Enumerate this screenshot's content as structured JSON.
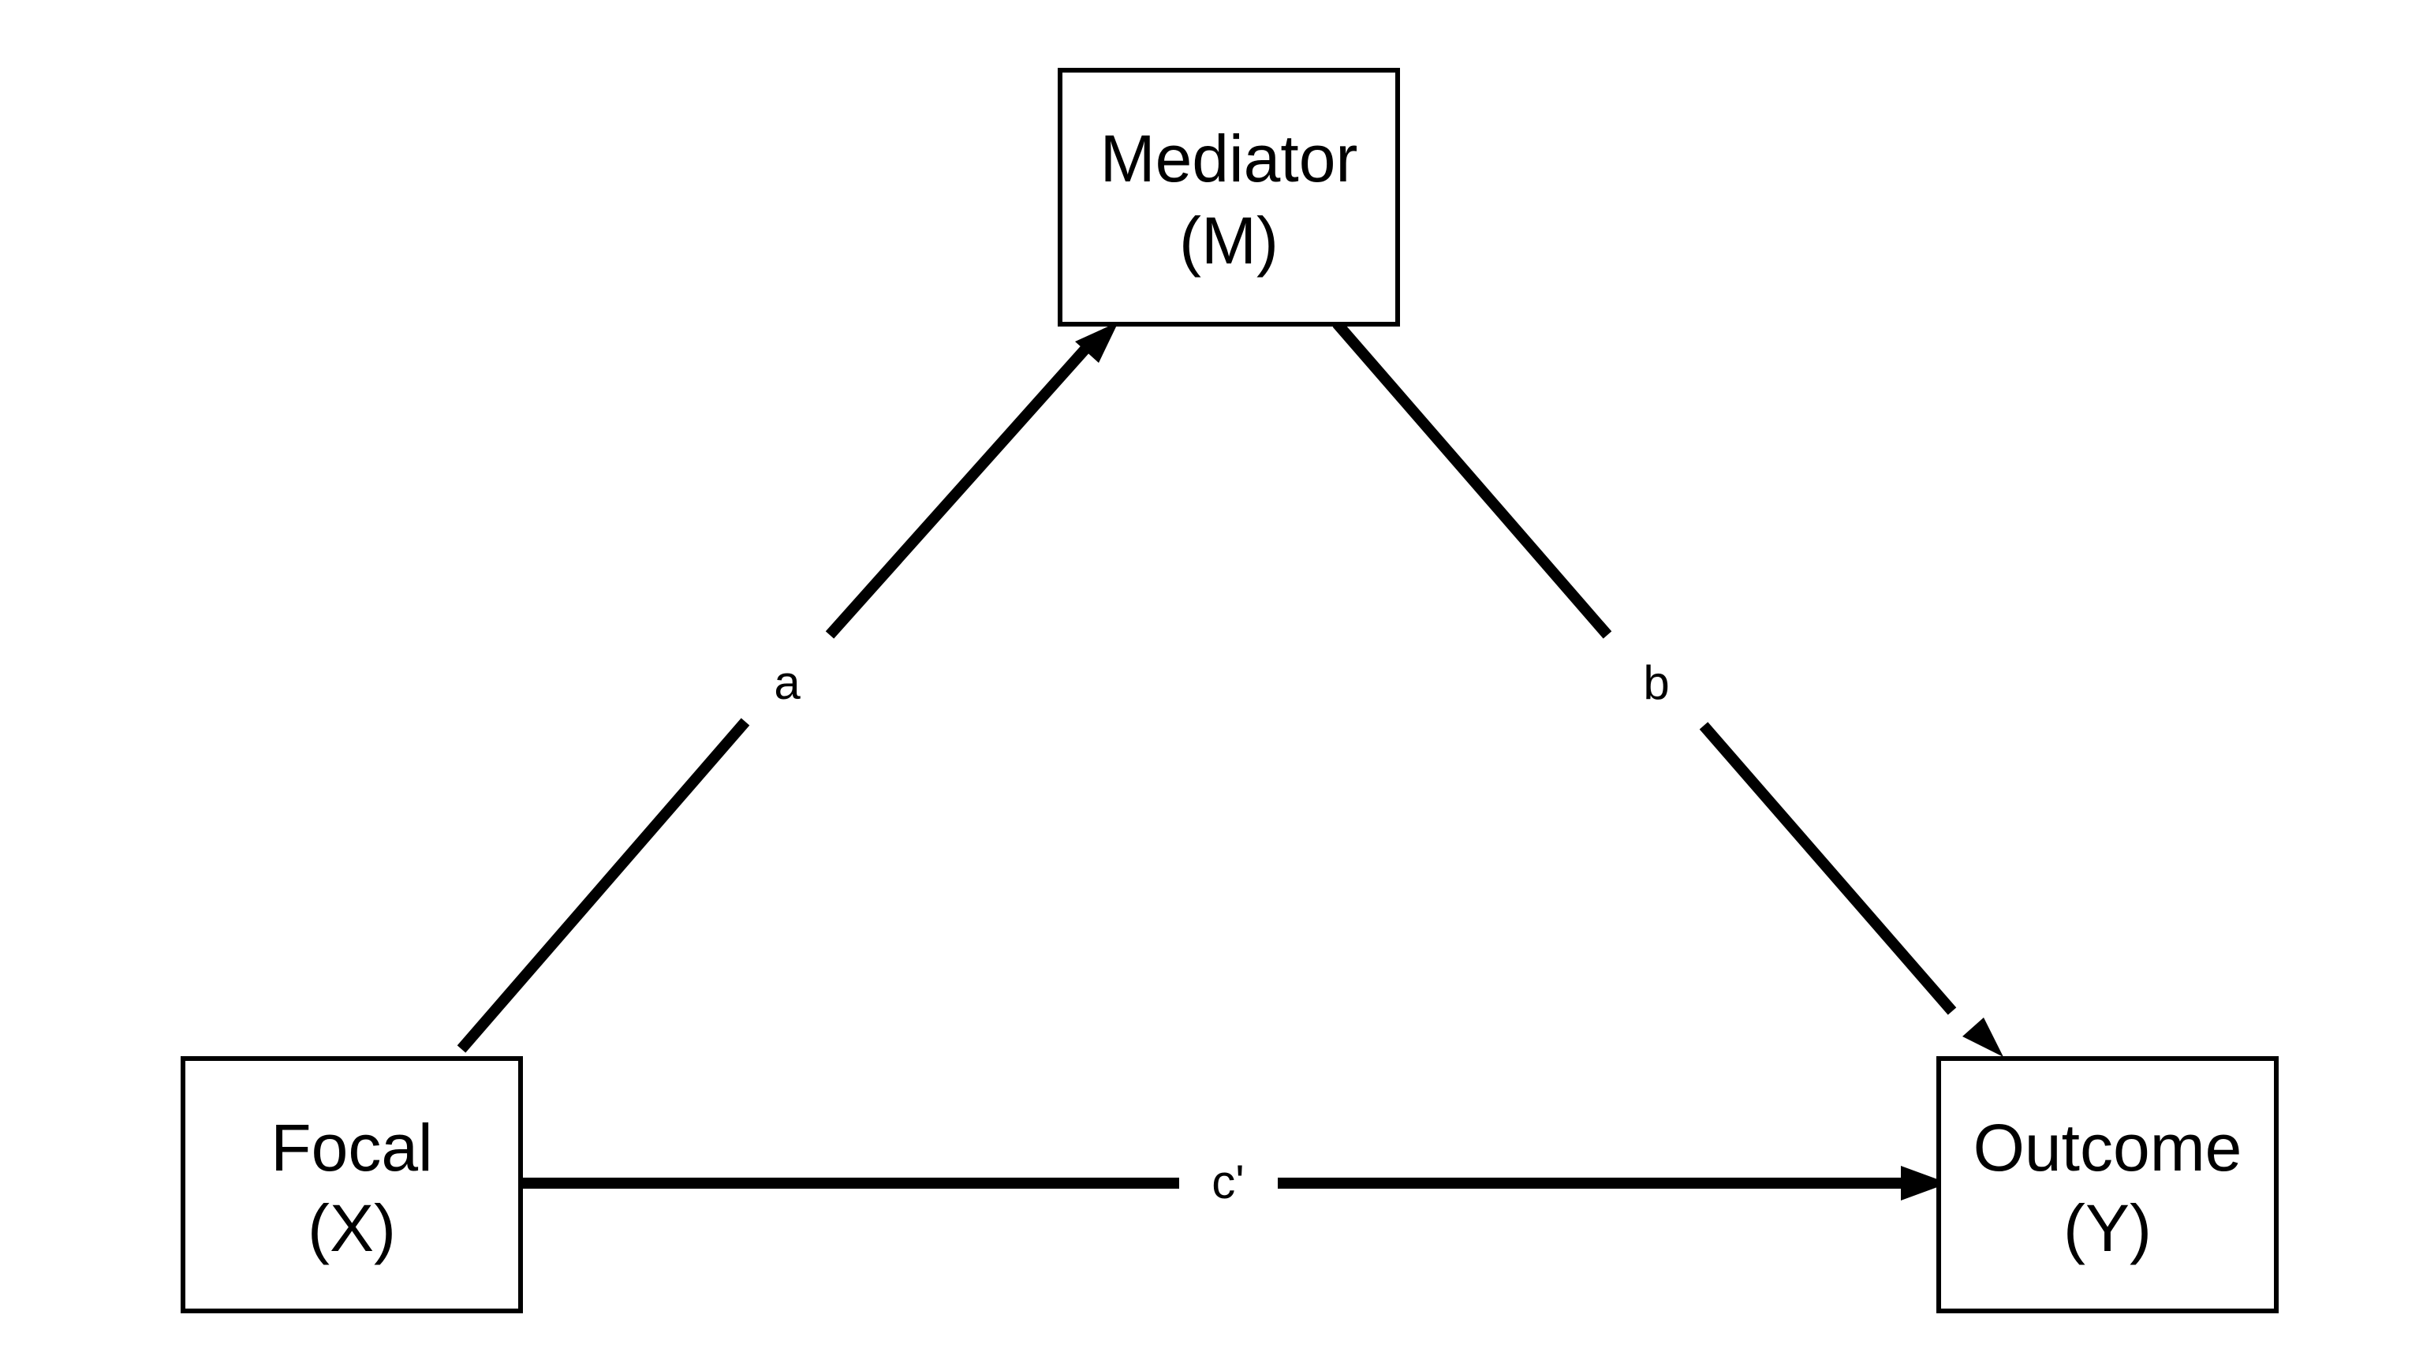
{
  "nodes": {
    "mediator": {
      "name": "Mediator",
      "symbol": "(M)"
    },
    "focal": {
      "name": "Focal",
      "symbol": "(X)"
    },
    "outcome": {
      "name": "Outcome",
      "symbol": "(Y)"
    }
  },
  "edges": {
    "a": {
      "label": "a"
    },
    "b": {
      "label": "b"
    },
    "c_prime": {
      "label": "c'"
    }
  },
  "colors": {
    "stroke": "#000000",
    "background": "#ffffff"
  }
}
